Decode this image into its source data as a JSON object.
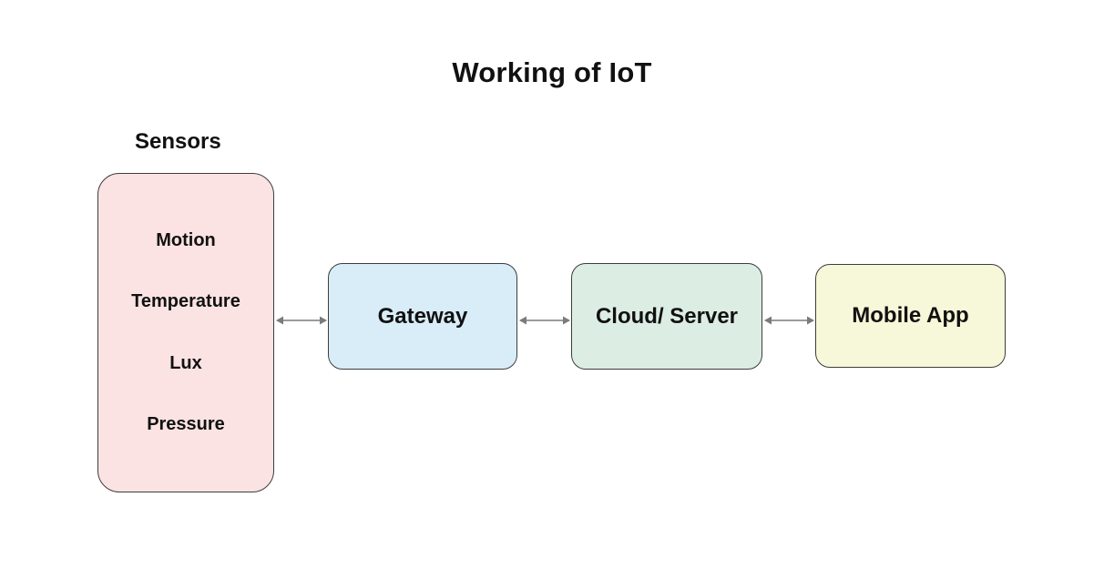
{
  "title": "Working of IoT",
  "sensors": {
    "label": "Sensors",
    "items": [
      "Motion",
      "Temperature",
      "Lux",
      "Pressure"
    ]
  },
  "nodes": {
    "gateway": "Gateway",
    "cloud": "Cloud/ Server",
    "mobile": "Mobile App"
  },
  "connections": [
    {
      "from": "sensors",
      "to": "gateway",
      "style": "double-arrow"
    },
    {
      "from": "gateway",
      "to": "cloud",
      "style": "double-arrow"
    },
    {
      "from": "cloud",
      "to": "mobile",
      "style": "double-arrow"
    }
  ],
  "colors": {
    "background": "#ffffff",
    "sensors_fill": "#fbe3e3",
    "gateway_fill": "#d9edf8",
    "cloud_fill": "#dcede4",
    "mobile_fill": "#f7f7d9",
    "node_border": "#3d3d3d",
    "arrow": "#7b7b7b",
    "text": "#111111"
  }
}
